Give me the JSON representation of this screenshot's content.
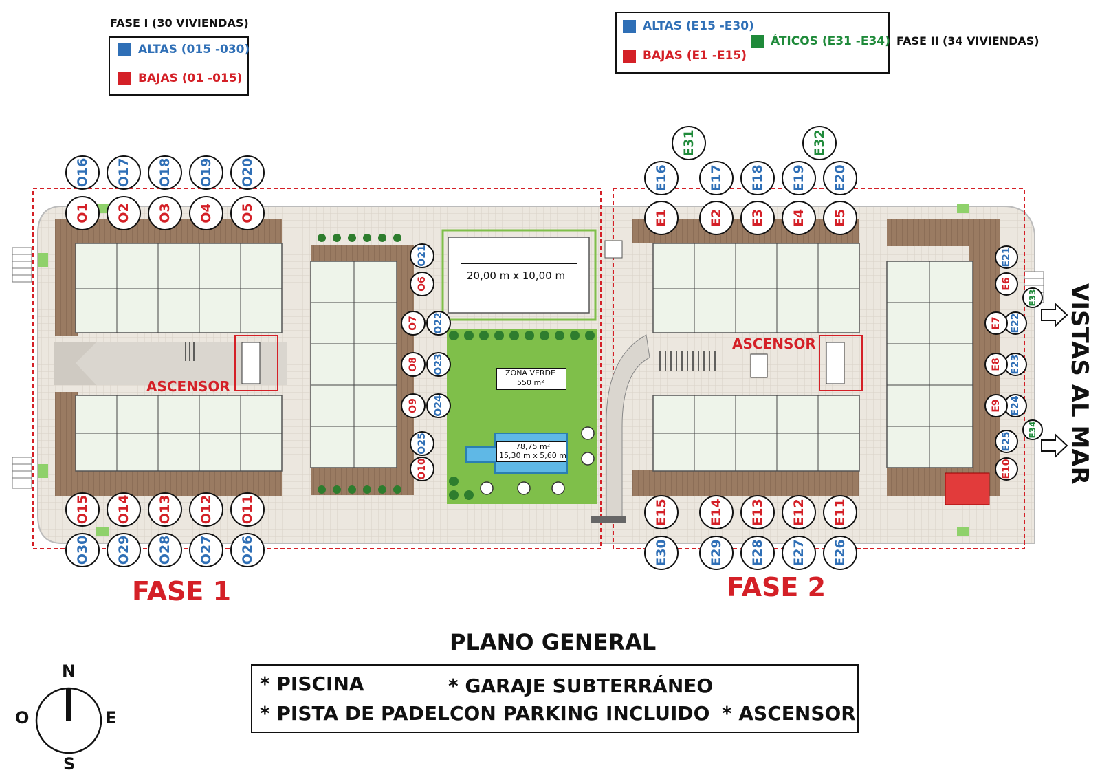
{
  "colors": {
    "blue": "#2f6fb6",
    "red": "#d42027",
    "green": "#1f8a3a",
    "pool": "#5fb8e6",
    "lawn": "#7fbf4a"
  },
  "legend_fase1": {
    "title": "FASE I (30 VIVIENDAS)",
    "altas": "ALTAS (015 -030)",
    "bajas": "BAJAS (01 -015)"
  },
  "legend_fase2": {
    "altas": "ALTAS (E15 -E30)",
    "bajas": "BAJAS (E1 -E15)",
    "aticos": "ÁTICOS (E31 -E34)",
    "title": "FASE II (34 VIVIENDAS)"
  },
  "units": {
    "fase1_top_altas": [
      "O16",
      "O17",
      "O18",
      "O19",
      "O20"
    ],
    "fase1_top_bajas": [
      "O1",
      "O2",
      "O3",
      "O4",
      "O5"
    ],
    "fase1_bottom_bajas": [
      "O15",
      "O14",
      "O13",
      "O12",
      "O11"
    ],
    "fase1_bottom_altas": [
      "O30",
      "O29",
      "O28",
      "O27",
      "O26"
    ],
    "fase1_side_bajas": [
      "O6",
      "O7",
      "O8",
      "O9",
      "O10"
    ],
    "fase1_side_altas": [
      "O21",
      "O22",
      "O23",
      "O24",
      "O25"
    ],
    "fase2_aticos_top": [
      "E31",
      "E32"
    ],
    "fase2_top_altas": [
      "E16",
      "E17",
      "E18",
      "E19",
      "E20"
    ],
    "fase2_top_bajas": [
      "E1",
      "E2",
      "E3",
      "E4",
      "E5"
    ],
    "fase2_bottom_bajas": [
      "E15",
      "E14",
      "E13",
      "E12",
      "E11"
    ],
    "fase2_bottom_altas": [
      "E30",
      "E29",
      "E28",
      "E27",
      "E26"
    ],
    "fase2_side_altas": [
      "E21",
      "E22",
      "E23",
      "E24",
      "E25"
    ],
    "fase2_side_bajas": [
      "E6",
      "E7",
      "E8",
      "E9",
      "E10"
    ],
    "fase2_aticos_side": [
      "E33",
      "E34"
    ]
  },
  "plan": {
    "ascensor_1": "ASCENSOR",
    "ascensor_2": "ASCENSOR",
    "court_dims": "20,00 m x 10,00 m",
    "zona_verde": "ZONA VERDE",
    "zona_verde_area": "550 m²",
    "pool_area": "78,75 m²",
    "pool_dims": "15,30 m x 5,60 m"
  },
  "fase1_title": "FASE 1",
  "fase2_title": "FASE 2",
  "vistas": "VISTAS AL MAR",
  "plano_title": "PLANO GENERAL",
  "features": {
    "piscina": "* PISCINA",
    "padel": "* PISTA DE PADEL",
    "garaje": "* GARAJE SUBTERRÁNEO",
    "parking": "CON PARKING INCLUIDO",
    "ascensor": "* ASCENSOR"
  },
  "compass": {
    "n": "N",
    "s": "S",
    "e": "E",
    "o": "O"
  }
}
